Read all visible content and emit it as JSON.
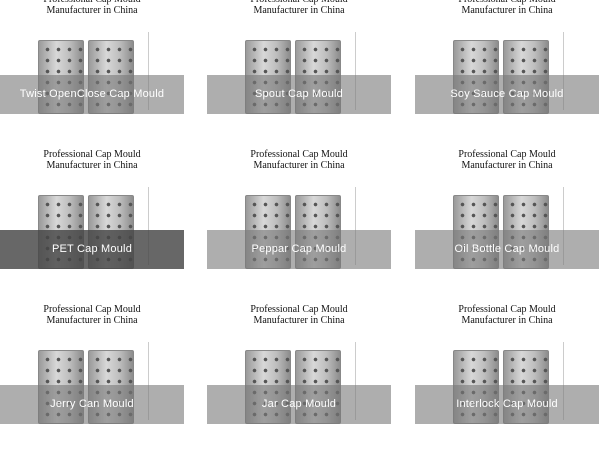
{
  "caption_line1": "Professional Cap Mould",
  "caption_line2": "Manufacturer in China",
  "products": [
    {
      "label": "Twist OpenClose Cap Mould"
    },
    {
      "label": "Spout Cap Mould"
    },
    {
      "label": "Soy Sauce Cap Mould"
    },
    {
      "label": "PET Cap Mould",
      "active": true
    },
    {
      "label": "Peppar Cap Mould"
    },
    {
      "label": "Oil Bottle Cap Mould"
    },
    {
      "label": "Jerry Can Mould"
    },
    {
      "label": "Jar Cap Mould"
    },
    {
      "label": "Interlock Cap Mould"
    }
  ]
}
